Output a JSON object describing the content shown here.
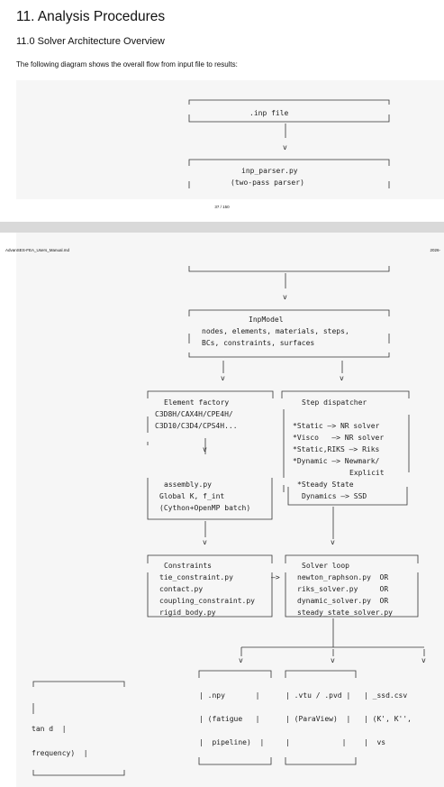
{
  "document": {
    "heading": "11. Analysis Procedures",
    "subheading": "11.0 Solver Architecture Overview",
    "intro": "The following diagram shows the overall flow from input file to results:",
    "page_number": "37 / 150",
    "header_left": "AdvanSES-FEA_Users_Manual.md",
    "header_right": "2026-"
  },
  "diagram": {
    "inp_file": ".inp file",
    "arrow_v": "v",
    "parser_line1": "inp_parser.py",
    "parser_line2": "(two-pass parser)",
    "model_title": "InpModel",
    "model_line1": "nodes, elements, materials, steps,",
    "model_line2": "BCs, constraints, surfaces",
    "factory_title": "Element factory",
    "factory_line1": "C3D8H/CAX4H/CPE4H/",
    "factory_line2": "C3D10/C3D4/CPS4H...",
    "dispatch_title": "Step dispatcher",
    "dispatch_1": "*Static —> NR solver",
    "dispatch_2": "*Visco   —> NR solver",
    "dispatch_3": "*Static,RIKS —> Riks",
    "dispatch_4": "*Dynamic —> Newmark/",
    "dispatch_5": "Explicit",
    "dispatch_6": "*Steady State",
    "dispatch_7": "Dynamics —> SSD",
    "assembly_1": "assembly.py",
    "assembly_2": "Global K, f_int",
    "assembly_3": "(Cython+OpenMP batch)",
    "constraints_title": "Constraints",
    "constraints_1": "tie_constraint.py",
    "constraints_2": "contact.py",
    "constraints_3": "coupling_constraint.py",
    "constraints_4": "rigid_body.py",
    "connector": "—>",
    "solver_title": "Solver loop",
    "solver_1": "newton_raphson.py  OR",
    "solver_2": "riks_solver.py     OR",
    "solver_3": "dynamic_solver.py  OR",
    "solver_4": "steady_state_solver.py",
    "out_npy_1": ".npy",
    "out_npy_2": "(fatigue",
    "out_npy_3": "pipeline)",
    "out_vtu_1": ".vtu / .pvd",
    "out_vtu_2": "(ParaView)",
    "out_ssd_1": "_ssd.csv",
    "out_ssd_2": "(K', K'',",
    "out_ssd_3": "vs",
    "frag_1": "tan d",
    "frag_2": "frequency)"
  }
}
